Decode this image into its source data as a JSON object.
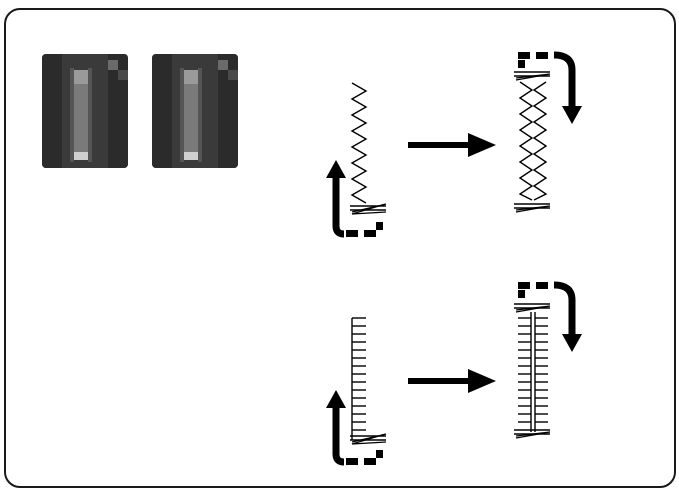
{
  "figure": {
    "panels": [
      {
        "name": "zigzag-buttonhole",
        "steps": [
          "first-side",
          "completed"
        ]
      },
      {
        "name": "straight-buttonhole",
        "steps": [
          "first-side",
          "completed"
        ]
      }
    ],
    "buttons": [
      "buttonhole-icon-1",
      "buttonhole-icon-2"
    ]
  },
  "colors": {
    "ink": "#000000",
    "icon_bg": "#2a2a2a",
    "icon_bar": "#7a7a7a",
    "icon_light": "#cfcfcf"
  }
}
